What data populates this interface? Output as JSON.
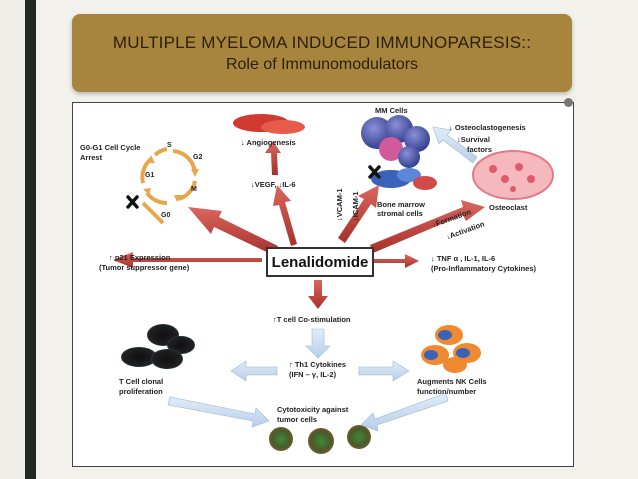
{
  "slide": {
    "title_line1": "MULTIPLE MYELOMA INDUCED IMMUNOPARESIS::",
    "title_line2": "Role of Immunomodulators"
  },
  "diagram": {
    "center": "Lenalidomide",
    "cell_cycle_title": "G0-G1 Cell Cycle",
    "cell_cycle_sub": "Arrest",
    "phases": [
      "S",
      "G2",
      "M",
      "G1",
      "G0"
    ],
    "angiogenesis": "↓ Angiogenesis",
    "vegf": "↓VEGF, ↓IL-6",
    "mm_cells": "MM Cells",
    "vcam": "↓VCAM-1",
    "icam": "↓ICAM-1",
    "bone_marrow_line1": "Bone marrow",
    "bone_marrow_line2": "stromal cells",
    "osteoclastogenesis": "↓ Osteoclastogenesis",
    "survival_line1": "↓Survival",
    "survival_line2": "factors",
    "osteoclast": "Osteoclast",
    "formation": "↓Formation",
    "activation": "↓Activation",
    "p21_line1": "↑ p21 Expression",
    "p21_line2": "(Tumor suppressor gene)",
    "tnf_line1": "↓ TNF α , IL-1, IL-6",
    "tnf_line2": "(Pro-Inflammatory Cytokines)",
    "tcell_costim": "↑T cell Co-stimulation",
    "th1_line1": "↑ Th1 Cytokines",
    "th1_line2": "(IFN – γ, IL-2)",
    "tcell_clonal_line1": "T Cell clonal",
    "tcell_clonal_line2": "proliferation",
    "nk_line1": "Augments NK Cells",
    "nk_line2": "function/number",
    "cytotox_line1": "Cytotoxicity against",
    "cytotox_line2": "tumor cells"
  },
  "colors": {
    "title_box": "#a8853c",
    "red_arrow": "#c0403a",
    "blue_arrow": "#c5d9ef",
    "mm_cell": "#3a4a9a",
    "osteoclast": "#f0a0a8",
    "t_cell": "#1a1a1a",
    "nk_cell": "#f08a30"
  },
  "icons": [
    "cell-cycle-icon",
    "angiogenesis-icon",
    "mm-cells-icon",
    "osteoclast-icon",
    "t-cell-icon",
    "nk-cell-icon",
    "tumor-cell-icon"
  ]
}
